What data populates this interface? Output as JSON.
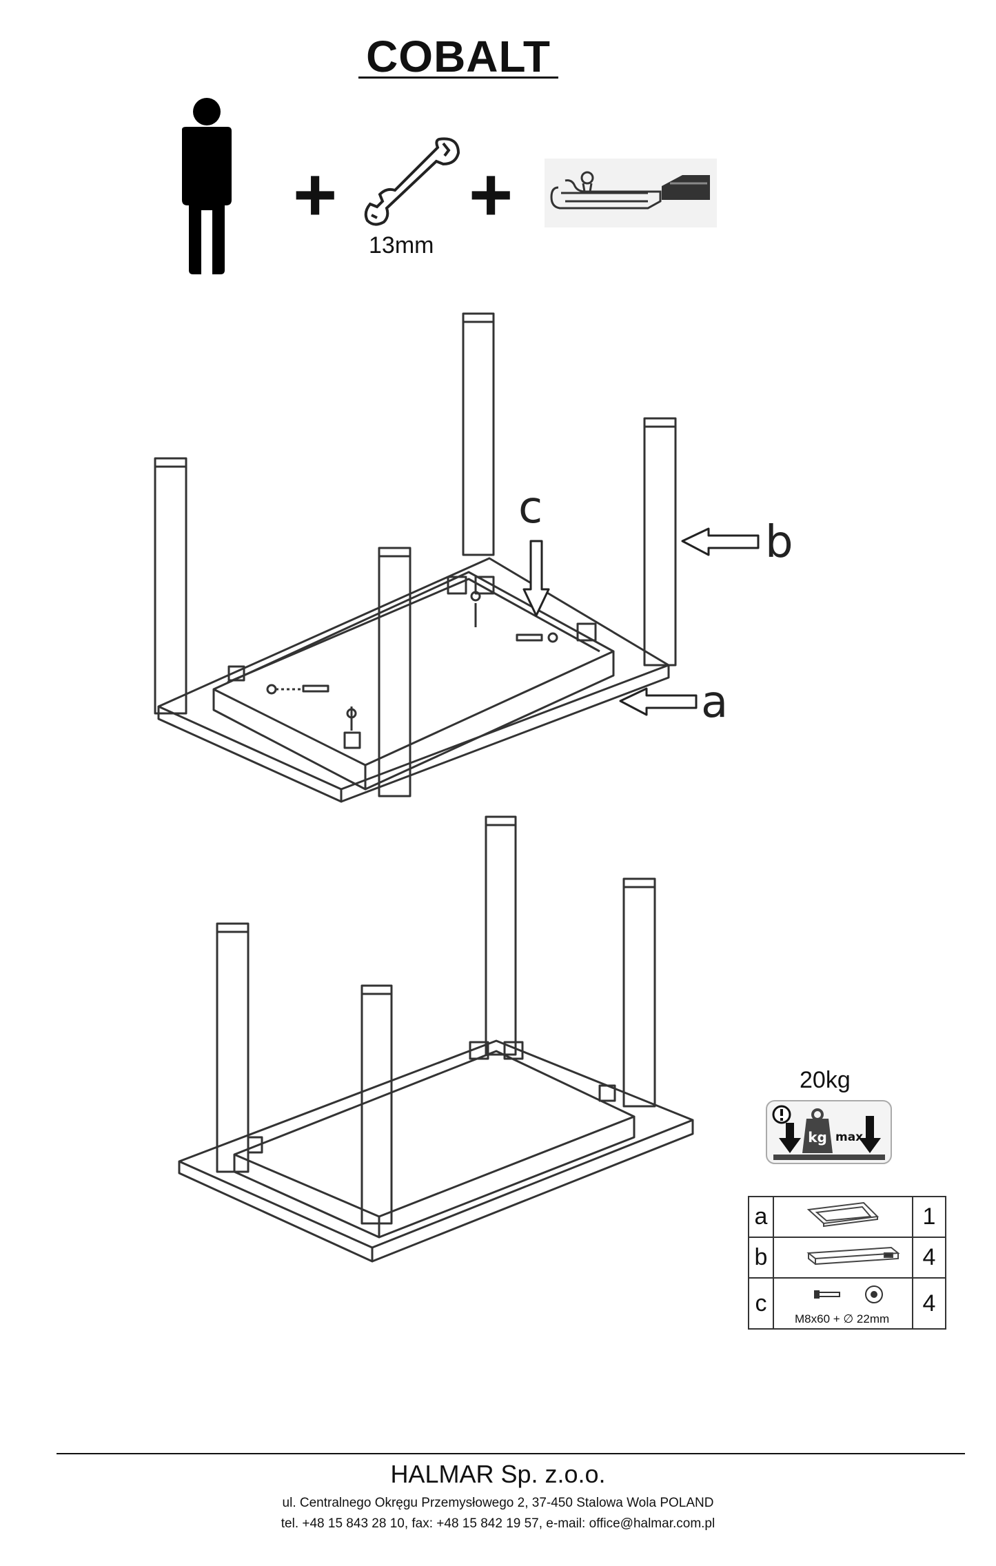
{
  "header": {
    "title": "COBALT",
    "tool_size": "13mm",
    "plus": "+"
  },
  "icons": [
    "person-icon",
    "wrench-icon",
    "utility-knife-icon",
    "load-warning-icon"
  ],
  "labels": {
    "a": "a",
    "b": "b",
    "c": "c"
  },
  "load": {
    "max_load": "20kg",
    "badge_kg": "kg",
    "badge_max": "max."
  },
  "parts": [
    {
      "letter": "a",
      "spec": "",
      "qty": "1"
    },
    {
      "letter": "b",
      "spec": "",
      "qty": "4"
    },
    {
      "letter": "c",
      "spec": "M8x60 + ∅ 22mm",
      "qty": "4"
    }
  ],
  "footer": {
    "company": "HALMAR Sp. z.o.o.",
    "address_line1": "ul. Centralnego Okręgu Przemysłowego 2, 37-450 Stalowa Wola POLAND",
    "address_line2": "tel. +48 15 843 28 10, fax: +48 15 842 19 57, e-mail: office@halmar.com.pl"
  }
}
